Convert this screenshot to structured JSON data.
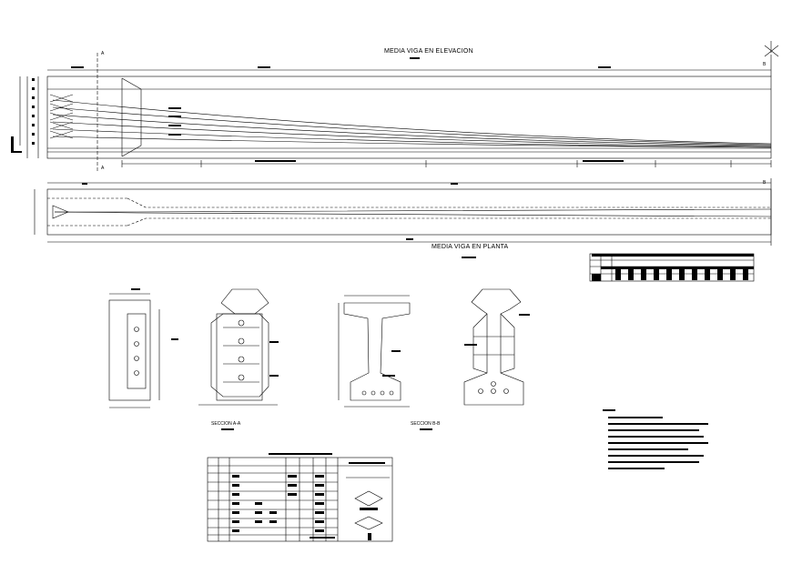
{
  "titles": {
    "elevation": "MEDIA VIGA EN ELEVACION",
    "plan": "MEDIA VIGA EN PLANTA",
    "section_a": "SECCION A-A",
    "section_b": "SECCION B-B"
  },
  "cut_markers": {
    "a_top": "A",
    "a_bottom": "A",
    "b_top": "B",
    "b_plan": "B"
  },
  "colors": {
    "line": "#000000",
    "background": "#ffffff"
  },
  "icons": [
    "north-arrow-icon"
  ]
}
